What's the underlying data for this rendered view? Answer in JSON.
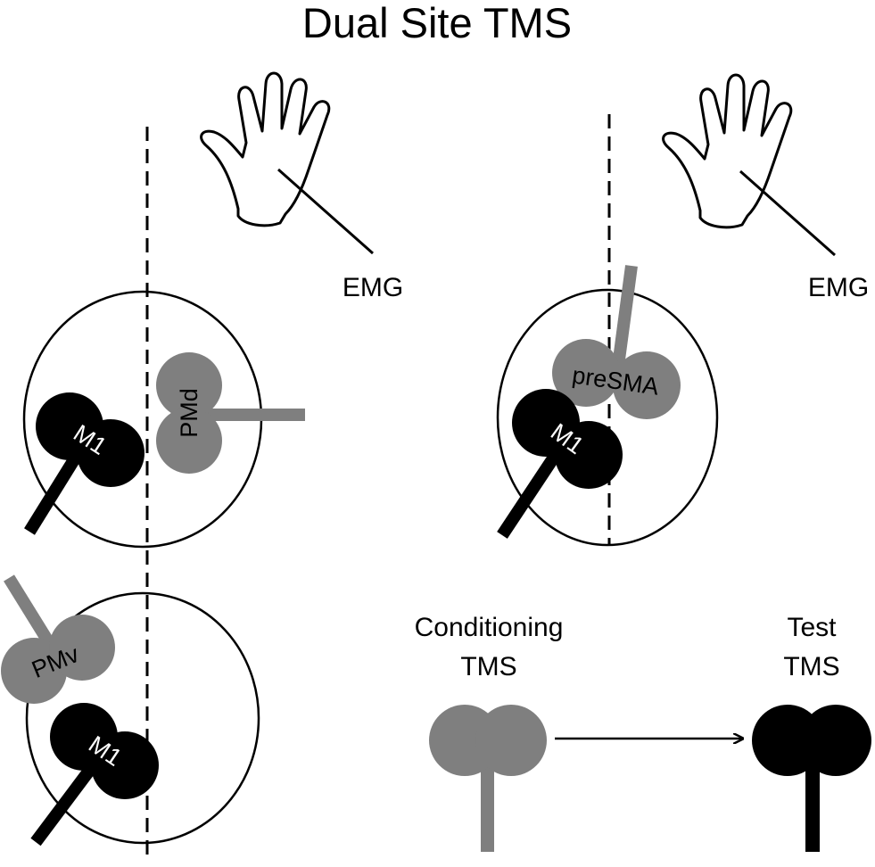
{
  "title": "Dual Site TMS",
  "colors": {
    "conditioning": "#7f7f7f",
    "test": "#000000",
    "outline": "#000000",
    "coil_label_on_test": "#ffffff",
    "coil_label_on_conditioning": "#000000"
  },
  "panels": {
    "pmd": {
      "emg_label": "EMG",
      "test_coil_label": "M1",
      "conditioning_coil_label": "PMd"
    },
    "presma": {
      "emg_label": "EMG",
      "test_coil_label": "M1",
      "conditioning_coil_label": "preSMA"
    },
    "pmv": {
      "test_coil_label": "M1",
      "conditioning_coil_label": "PMv"
    }
  },
  "legend": {
    "conditioning_label_line1": "Conditioning",
    "conditioning_label_line2": "TMS",
    "test_label_line1": "Test",
    "test_label_line2": "TMS",
    "arrow_icon": "arrow-right-icon"
  }
}
